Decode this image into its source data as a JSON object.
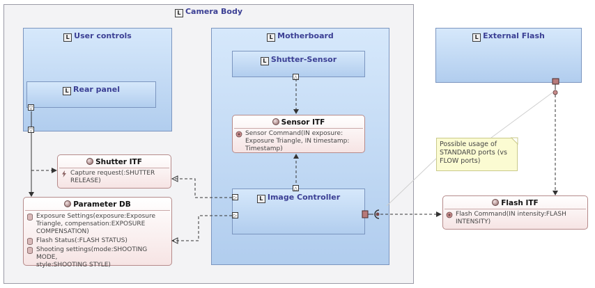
{
  "camera_body": {
    "title": "Camera Body"
  },
  "user_controls": {
    "title": "User controls"
  },
  "rear_panel": {
    "title": "Rear panel"
  },
  "motherboard": {
    "title": "Motherboard"
  },
  "shutter_sensor": {
    "title": "Shutter-Sensor"
  },
  "image_controller": {
    "title": "Image Controller"
  },
  "external_flash": {
    "title": "External Flash"
  },
  "sensor_itf": {
    "title": "Sensor ITF",
    "operations": [
      "Sensor Command(IN exposure:",
      "Exposure Triangle, IN timestamp:",
      "Timestamp)"
    ]
  },
  "shutter_itf": {
    "title": "Shutter ITF",
    "operations": [
      "Capture request(:SHUTTER",
      "RELEASE)"
    ]
  },
  "parameter_db": {
    "title": "Parameter DB",
    "entries": [
      {
        "lines": [
          "Exposure Settings(exposure:Exposure",
          "Triangle, compensation:EXPOSURE",
          "COMPENSATION)"
        ]
      },
      {
        "lines": [
          "Flash Status(:FLASH STATUS)"
        ]
      },
      {
        "lines": [
          "Shooting settings(mode:SHOOTING MODE,",
          "style:SHOOTING STYLE)"
        ]
      }
    ]
  },
  "flash_itf": {
    "title": "Flash ITF",
    "operations": [
      "Flash Command(IN intensity:FLASH",
      "INTENSITY)"
    ]
  },
  "note": {
    "lines": [
      "Possible usage of",
      "STANDARD ports (vs",
      "FLOW ports)"
    ]
  },
  "colors": {
    "component_fill": "#c4dbf5",
    "interface_fill": "#f6e4e4",
    "note_fill": "#fbfbd2",
    "title_text": "#3b3f94"
  }
}
